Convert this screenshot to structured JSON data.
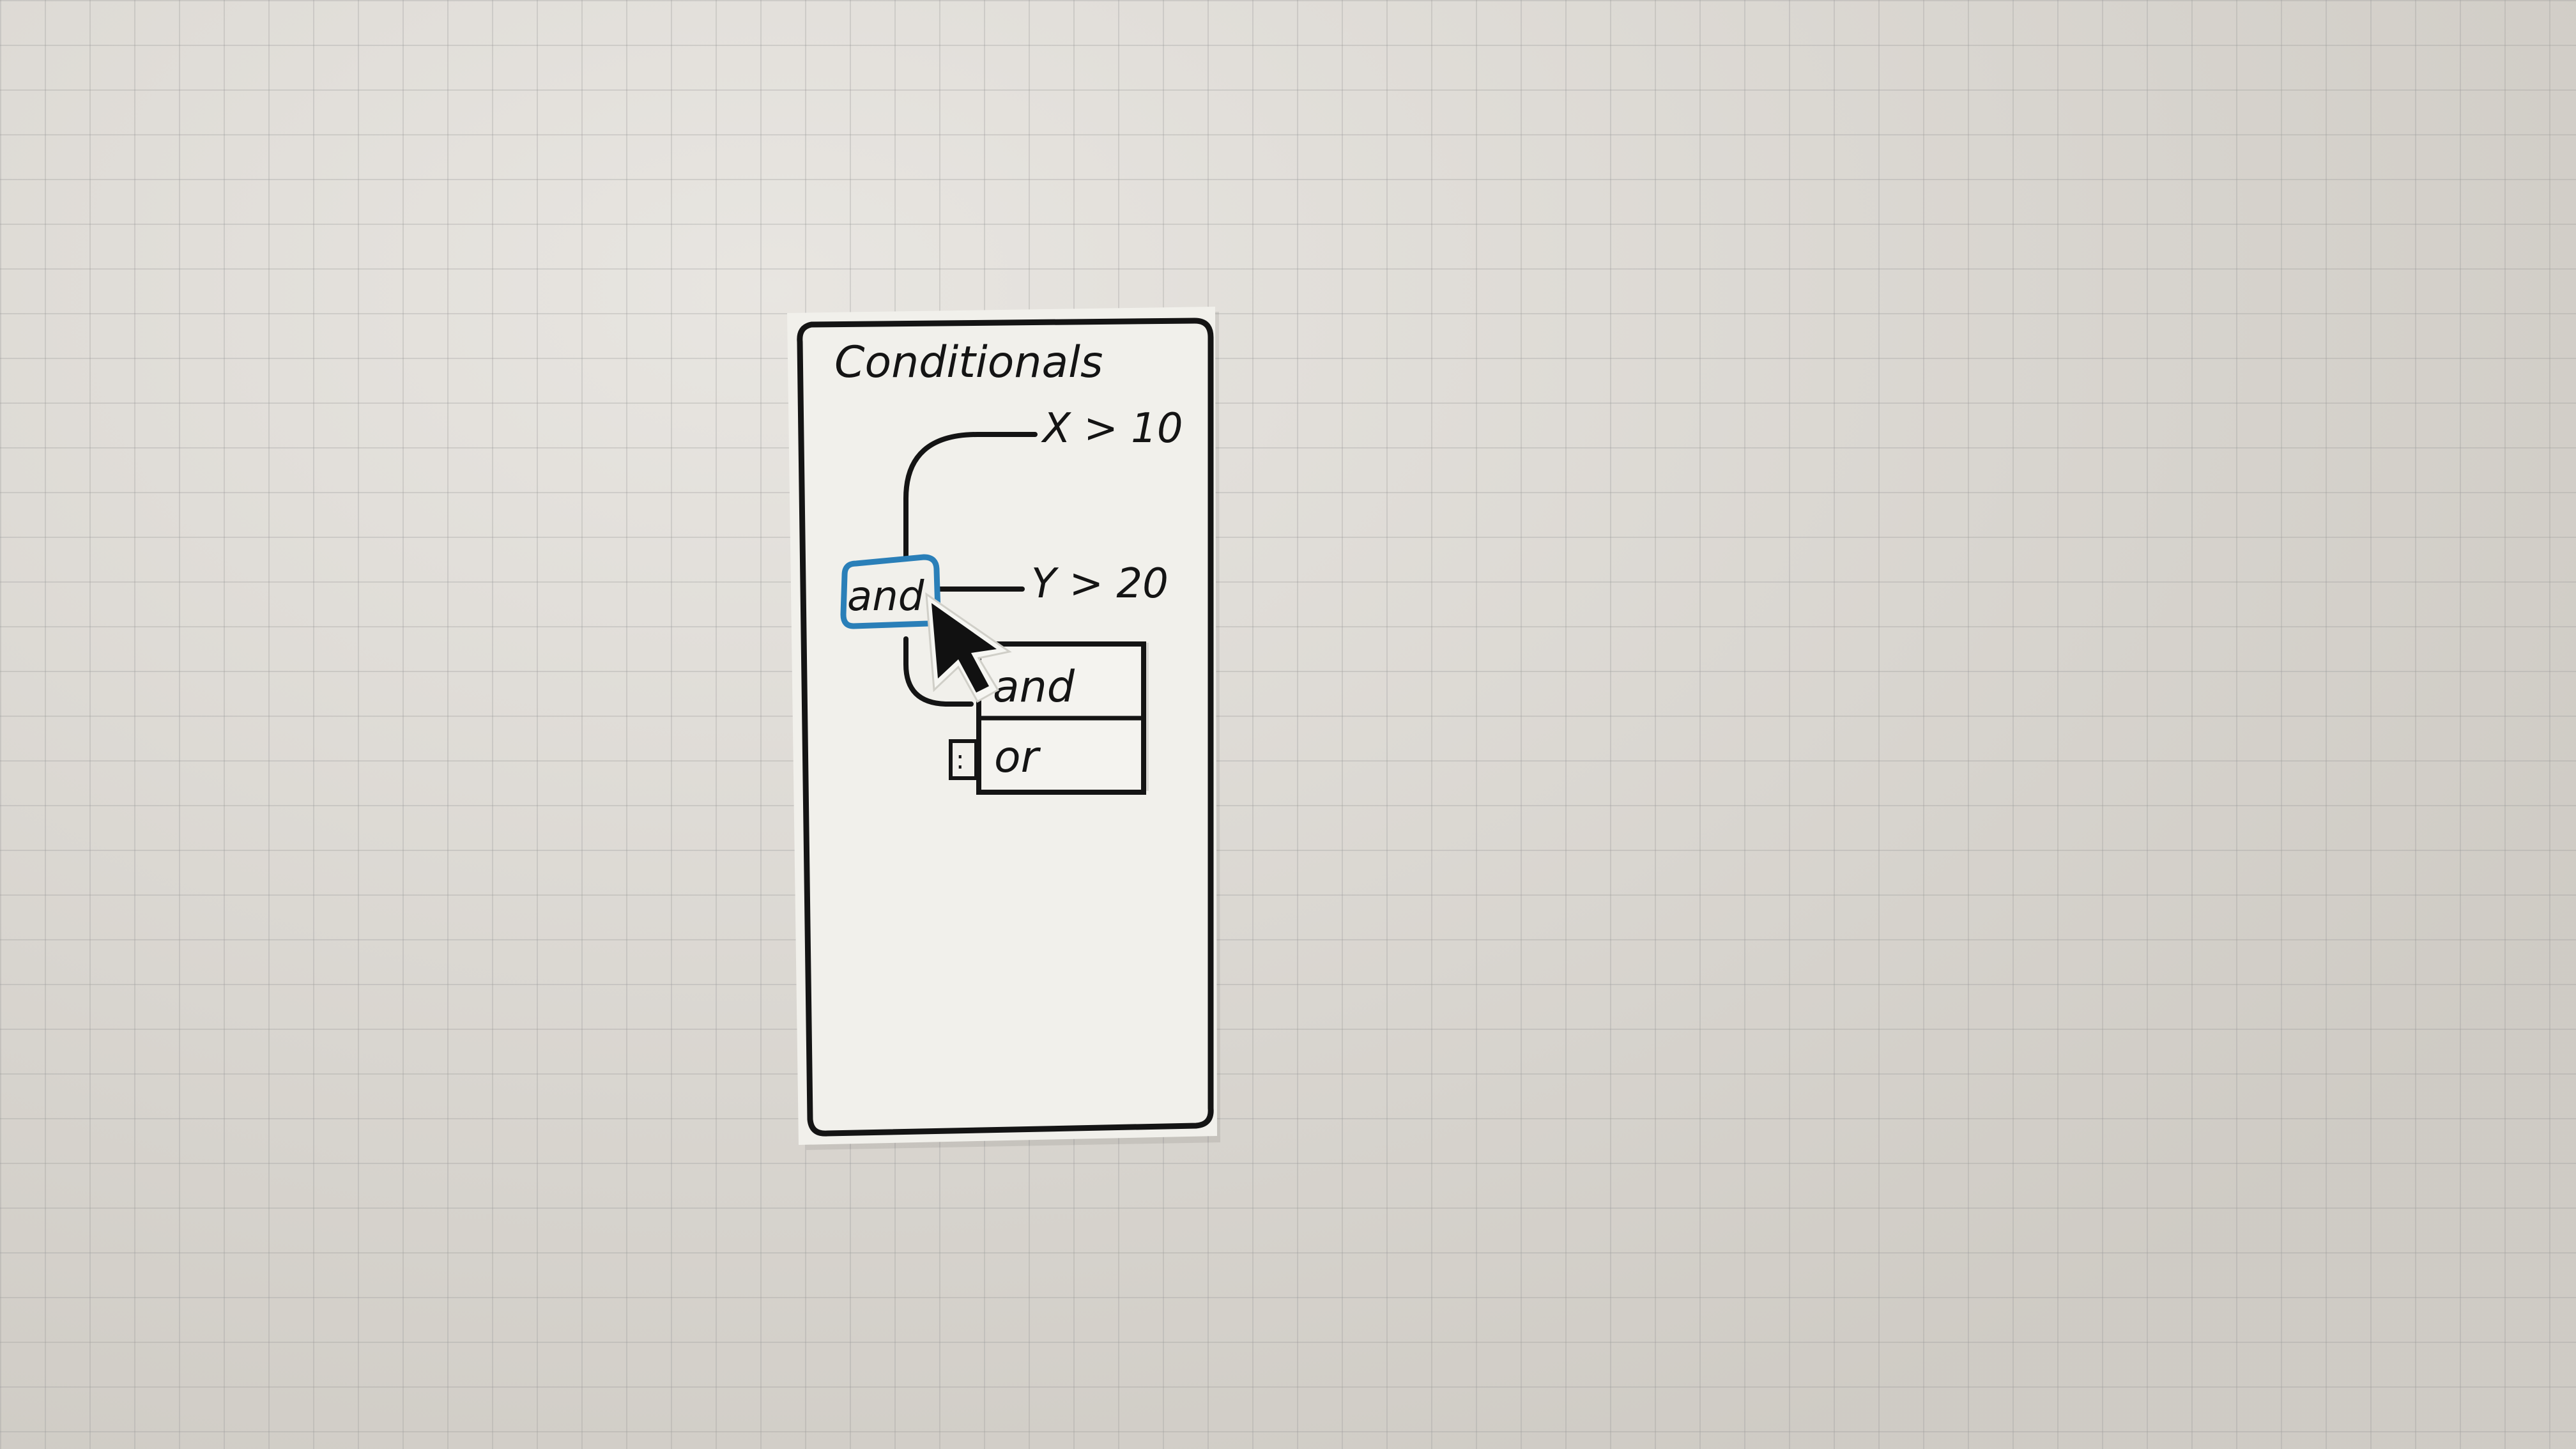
{
  "panel": {
    "title": "Conditionals"
  },
  "condition_tree": {
    "operator_label": "and",
    "conditions": [
      {
        "text": "X > 10"
      },
      {
        "text": "Y > 20"
      }
    ]
  },
  "operator_menu": {
    "options": [
      "and",
      "or"
    ],
    "hover_index": 0
  },
  "colors": {
    "selection_outline": "#2a7fb8",
    "ink": "#141414",
    "paper": "#f1f0eb",
    "grid_background": "#dcd8d1"
  }
}
